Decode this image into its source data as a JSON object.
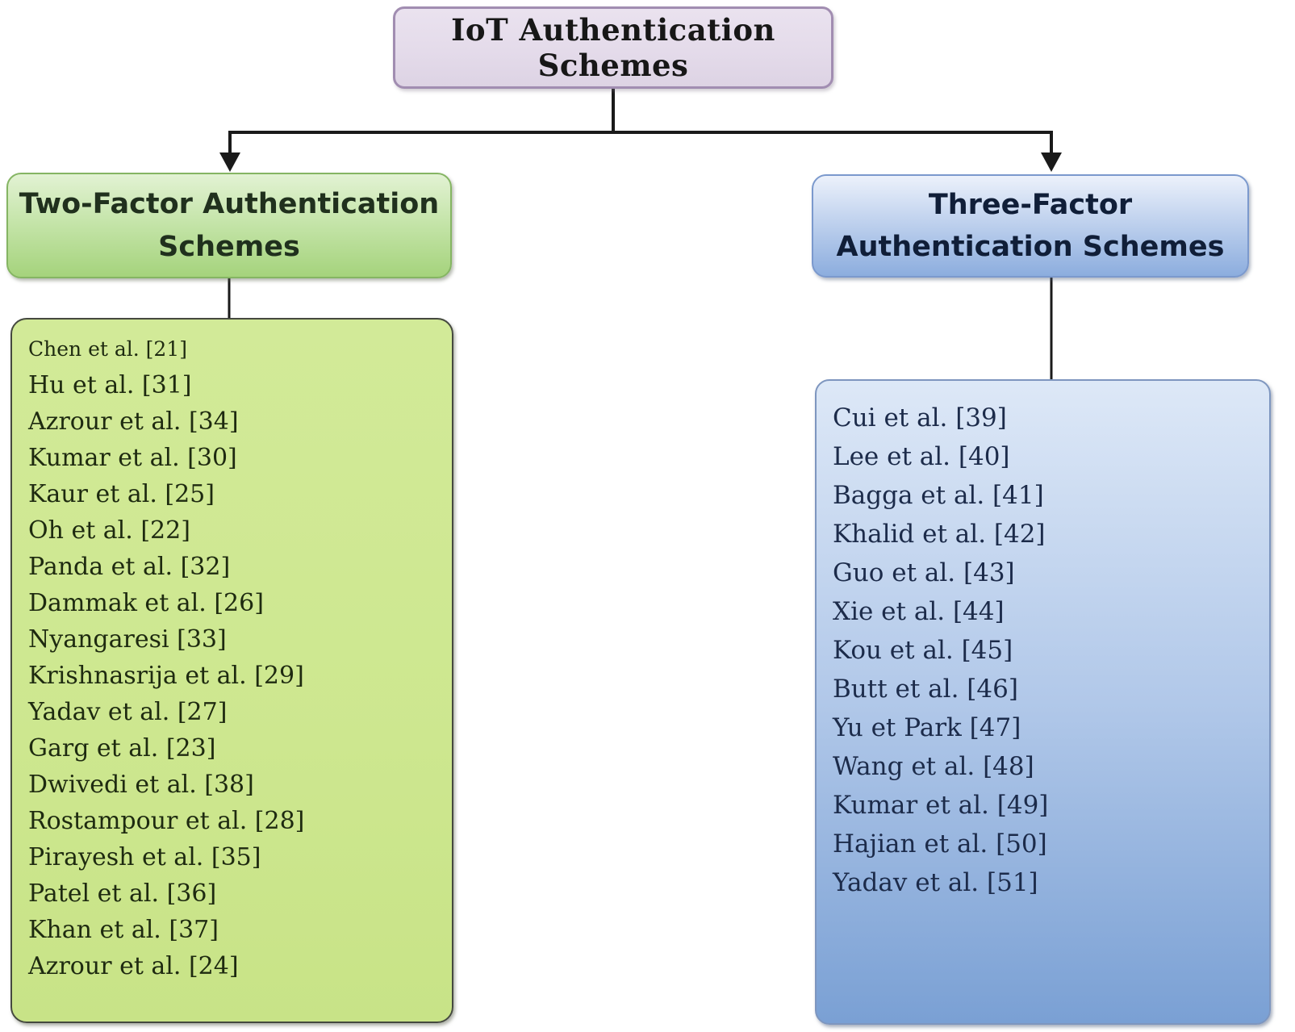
{
  "diagram": {
    "root": {
      "title": "IoT Authentication Schemes"
    },
    "branches": [
      {
        "id": "two-factor",
        "title": "Two-Factor Authentication Schemes",
        "items": [
          "Chen et al. [21]",
          "Hu et al. [31]",
          "Azrour et al. [34]",
          "Kumar et al. [30]",
          "Kaur et al. [25]",
          "Oh et al. [22]",
          "Panda et al. [32]",
          "Dammak et al. [26]",
          "Nyangaresi [33]",
          "Krishnasrija et al. [29]",
          "Yadav et al. [27]",
          "Garg et al. [23]",
          "Dwivedi et al. [38]",
          "Rostampour et al. [28]",
          "Pirayesh et al. [35]",
          "Patel et al. [36]",
          "Khan et al. [37]",
          "Azrour et al. [24]"
        ]
      },
      {
        "id": "three-factor",
        "title": "Three-Factor Authentication Schemes",
        "items": [
          "Cui et al. [39]",
          "Lee et al. [40]",
          "Bagga et al. [41]",
          "Khalid et al. [42]",
          "Guo et al. [43]",
          "Xie et al. [44]",
          "Kou et al. [45]",
          "Butt et al. [46]",
          "Yu et Park [47]",
          "Wang et al. [48]",
          "Kumar et al. [49]",
          "Hajian et al. [50]",
          "Yadav et al. [51]"
        ]
      }
    ],
    "colors": {
      "root_fill": "#e4dbea",
      "root_border": "#a18db1",
      "two_factor_header_fill": "#a5d37c",
      "two_factor_list_fill": "#cde78f",
      "three_factor_header_fill": "#8cadde",
      "three_factor_list_fill_top": "#dde8f7",
      "three_factor_list_fill_bottom": "#7aa0d4",
      "connector": "#1a1a1a"
    }
  }
}
